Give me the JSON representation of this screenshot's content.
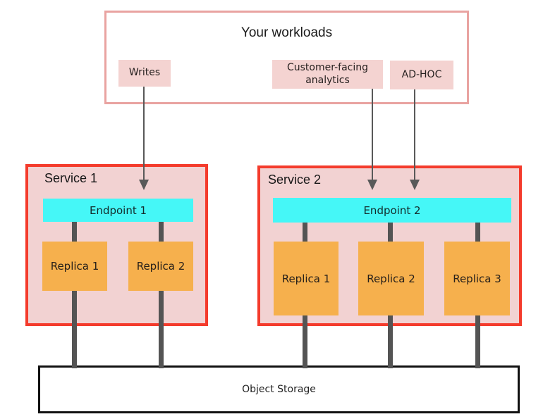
{
  "workloads": {
    "title": "Your workloads",
    "items": [
      {
        "label": "Writes"
      },
      {
        "label": "Customer-facing analytics"
      },
      {
        "label": "AD-HOC"
      }
    ]
  },
  "services": [
    {
      "name": "Service 1",
      "endpoint": "Endpoint 1",
      "replicas": [
        "Replica 1",
        "Replica 2"
      ]
    },
    {
      "name": "Service 2",
      "endpoint": "Endpoint 2",
      "replicas": [
        "Replica 1",
        "Replica 2",
        "Replica 3"
      ]
    }
  ],
  "storage": {
    "label": "Object Storage"
  },
  "colors": {
    "workloads_border": "#e9a3a1",
    "workload_item_bg": "#f4d3d1",
    "service_border": "#f43b2c",
    "service_bg": "#f2d2d2",
    "endpoint_bg": "#45f7f7",
    "replica_bg": "#f6b04d",
    "connector_gray": "#545454",
    "arrow_gray": "#595959",
    "storage_border": "#111111"
  }
}
